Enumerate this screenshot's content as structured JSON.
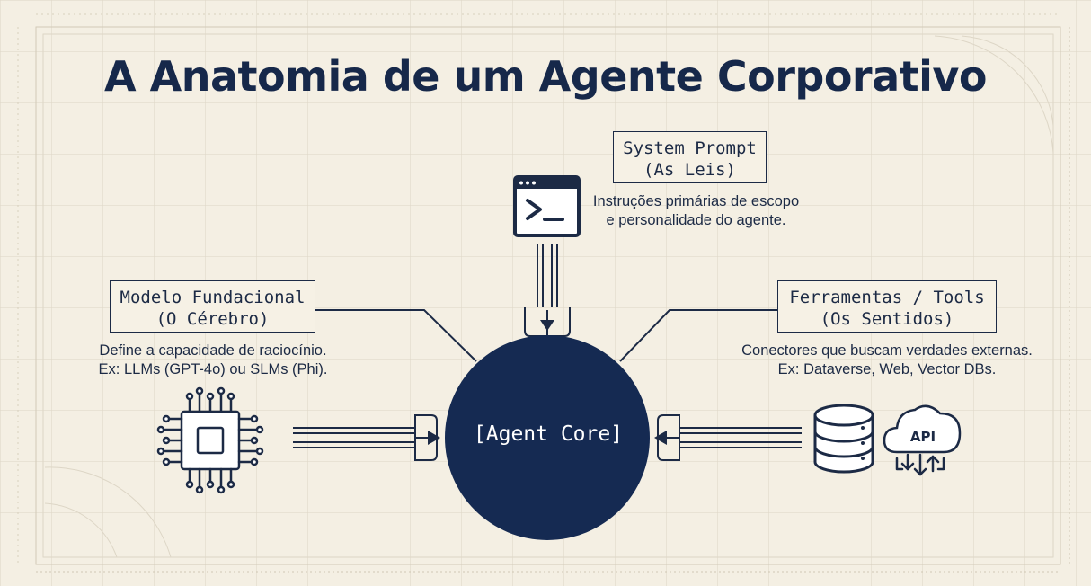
{
  "title": "A Anatomia de um Agente Corporativo",
  "system_prompt": {
    "label_line1": "System Prompt",
    "label_line2": "(As Leis)",
    "desc_line1": "Instruções primárias de escopo",
    "desc_line2": "e personalidade do agente.",
    "icon": "terminal-icon"
  },
  "foundation_model": {
    "label_line1": "Modelo Fundacional",
    "label_line2": "(O Cérebro)",
    "desc_line1": "Define a capacidade de raciocínio.",
    "desc_line2": "Ex: LLMs (GPT-4o) ou SLMs (Phi).",
    "icon": "chip-icon"
  },
  "tools": {
    "label_line1": "Ferramentas / Tools",
    "label_line2": "(Os Sentidos)",
    "desc_line1": "Conectores que buscam verdades externas.",
    "desc_line2": "Ex: Dataverse, Web, Vector DBs.",
    "icons": [
      "database-icon",
      "cloud-api-icon"
    ],
    "api_label": "API"
  },
  "core": {
    "label": "[Agent Core]"
  },
  "colors": {
    "navy": "#1c2a45",
    "core_fill": "#152a52",
    "background": "#f4efe3",
    "grid": "#ddd6c6"
  }
}
